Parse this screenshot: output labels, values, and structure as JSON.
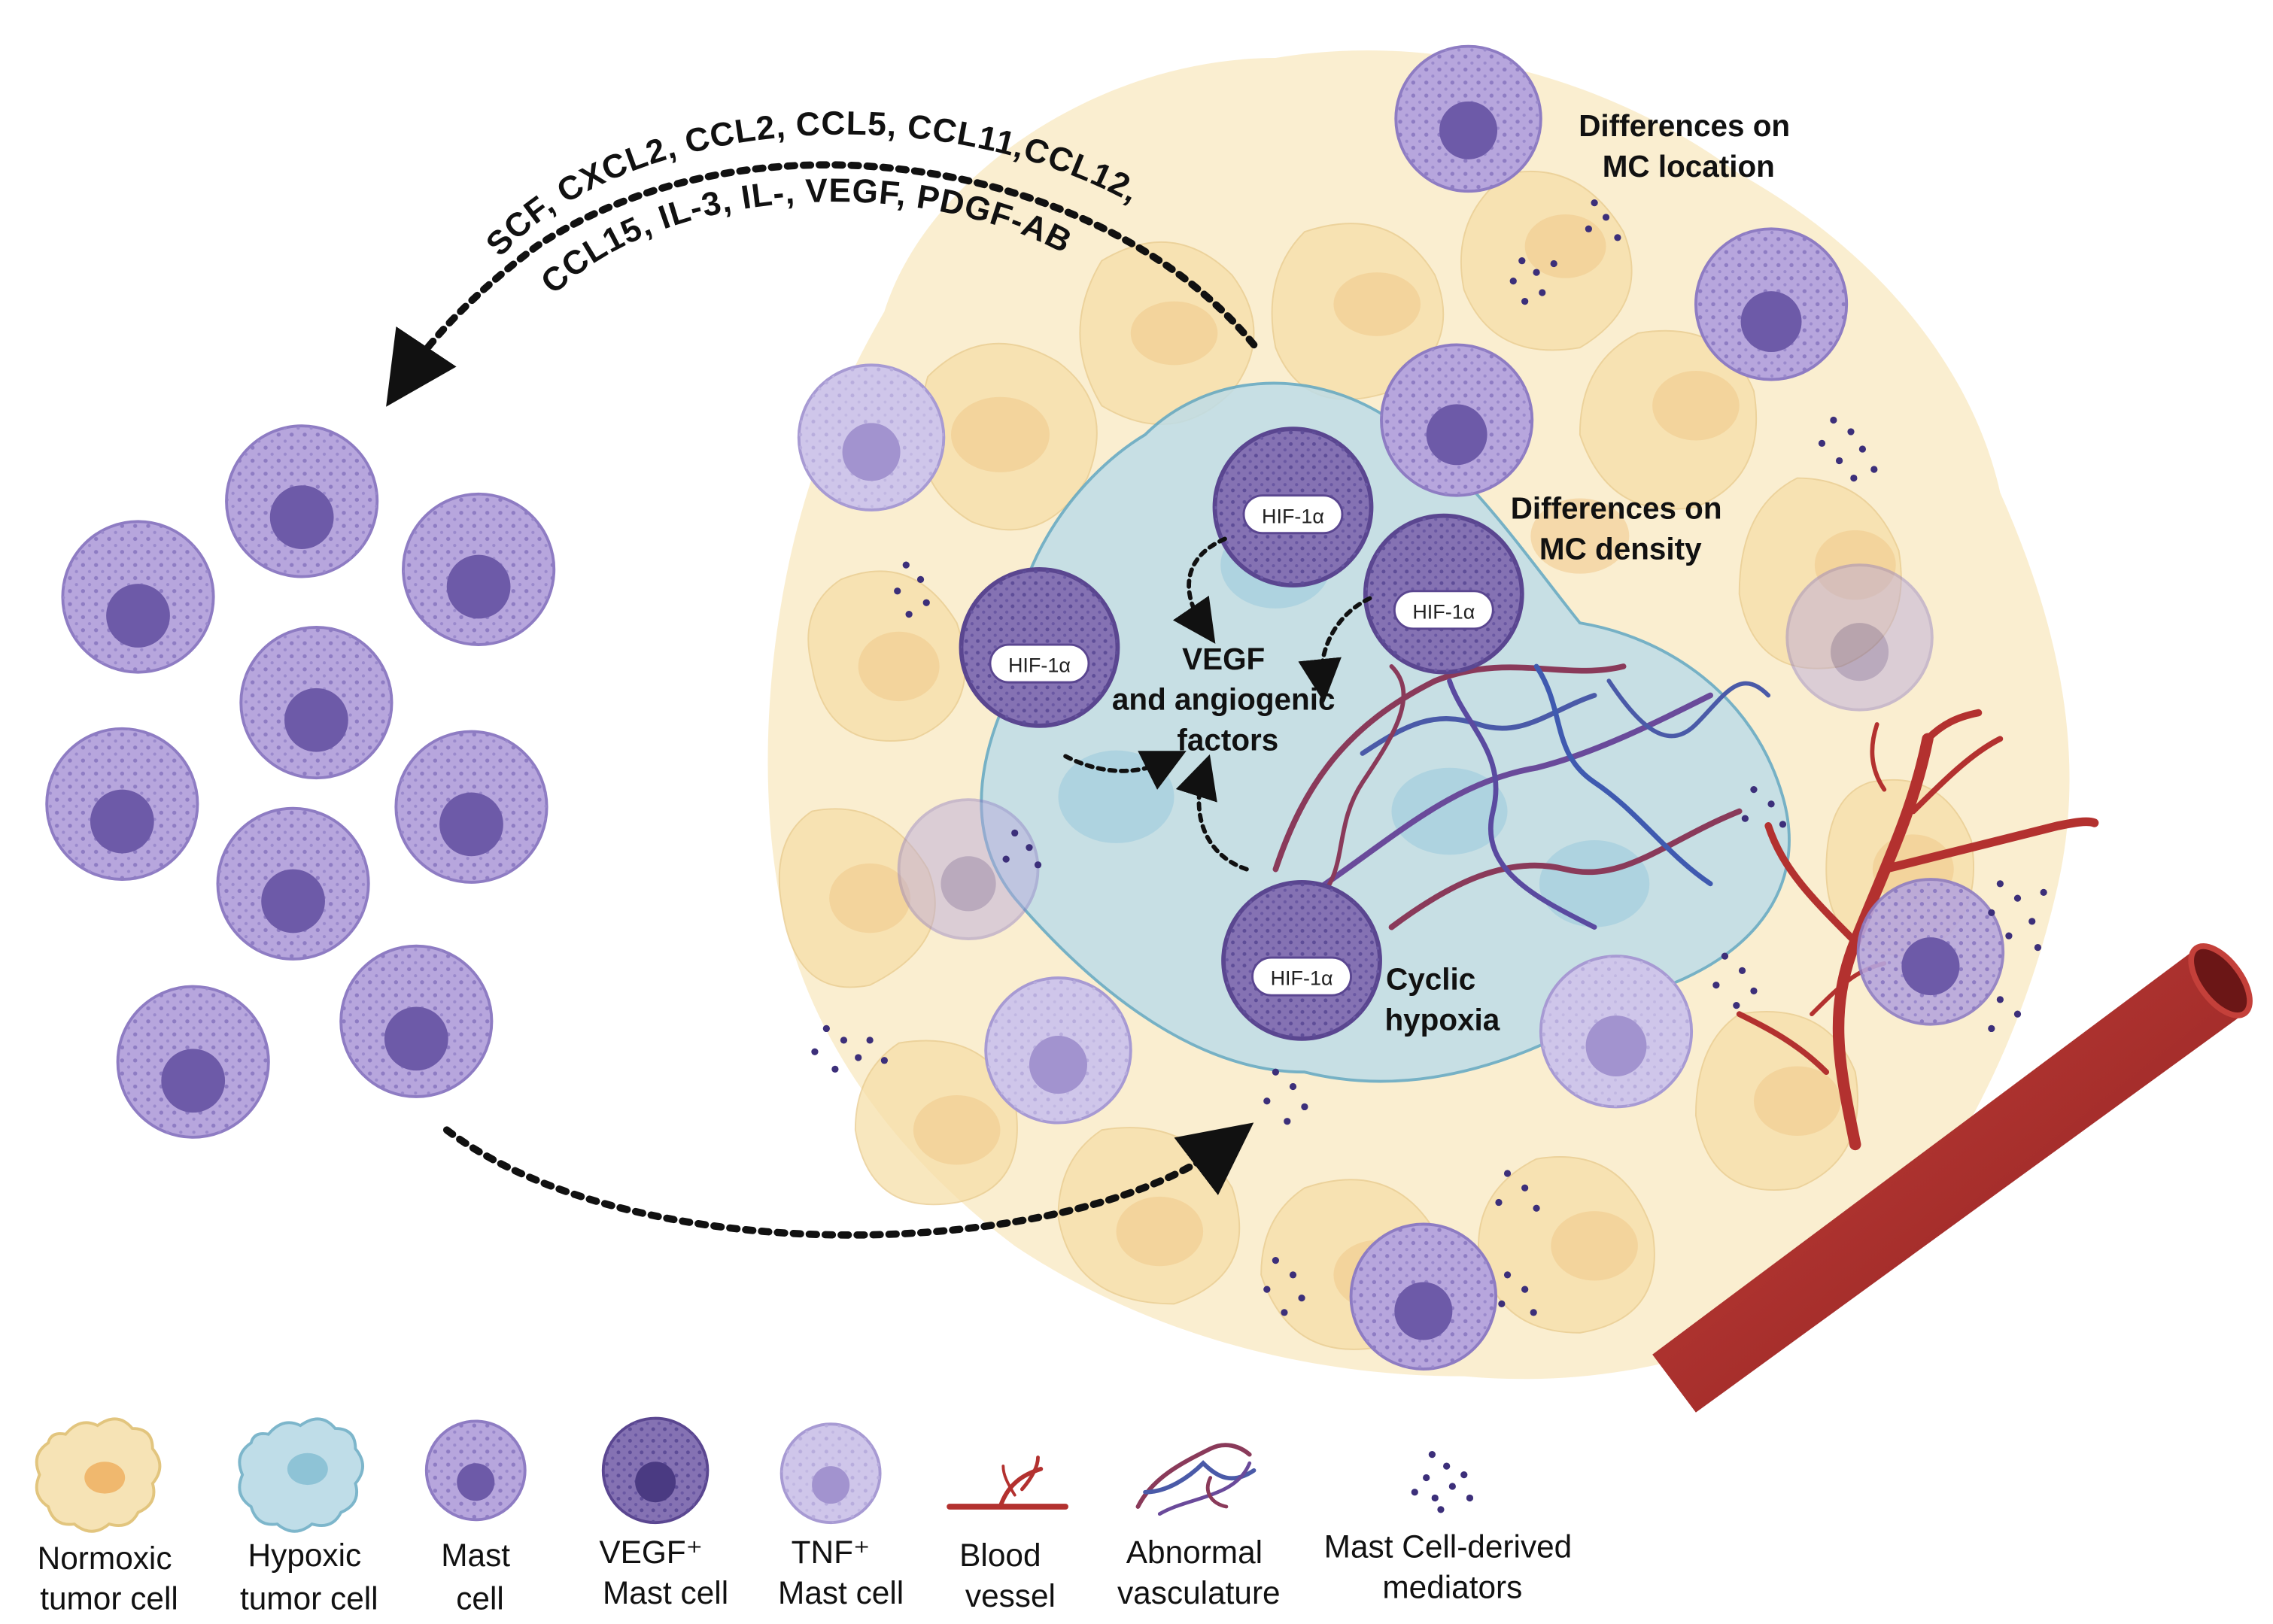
{
  "chemokine_line1": "SCF, CXCL2, CCL2, CCL5, CCL11,CCL12,",
  "chemokine_line2": "CCL15, IL-3, IL-, VEGF, PDGF-AB",
  "labels": {
    "mc_location_1": "Differences on",
    "mc_location_2": "MC location",
    "mc_density_1": "Differences on",
    "mc_density_2": "MC density",
    "vegf_1": "VEGF",
    "vegf_2": "and angiogenic",
    "vegf_3": "factors",
    "cyclic_1": "Cyclic",
    "cyclic_2": "hypoxia",
    "hif": "HIF-1α"
  },
  "legend": {
    "normoxic": [
      "Normoxic",
      "tumor cell"
    ],
    "hypoxic": [
      "Hypoxic",
      "tumor cell"
    ],
    "mast": [
      "Mast",
      "cell"
    ],
    "vegf_mast": [
      "VEGF⁺",
      "Mast cell"
    ],
    "tnf_mast": [
      "TNF⁺",
      "Mast cell"
    ],
    "blood_vessel": [
      "Blood",
      "vessel"
    ],
    "abnormal_vasc": [
      "Abnormal",
      "vasculature"
    ],
    "mediators": [
      "Mast Cell-derived",
      "mediators"
    ]
  },
  "colors": {
    "mast_cell": "#b7a6dd",
    "mast_nucleus": "#6d5aa8",
    "vegf_mast": "#8572b3",
    "tnf_mast": "#cfc6ea",
    "normoxic": "#f6e3b5",
    "hypoxic": "#bfdde8",
    "vessel": "#b3312f",
    "mediator": "#3c2f7a"
  }
}
